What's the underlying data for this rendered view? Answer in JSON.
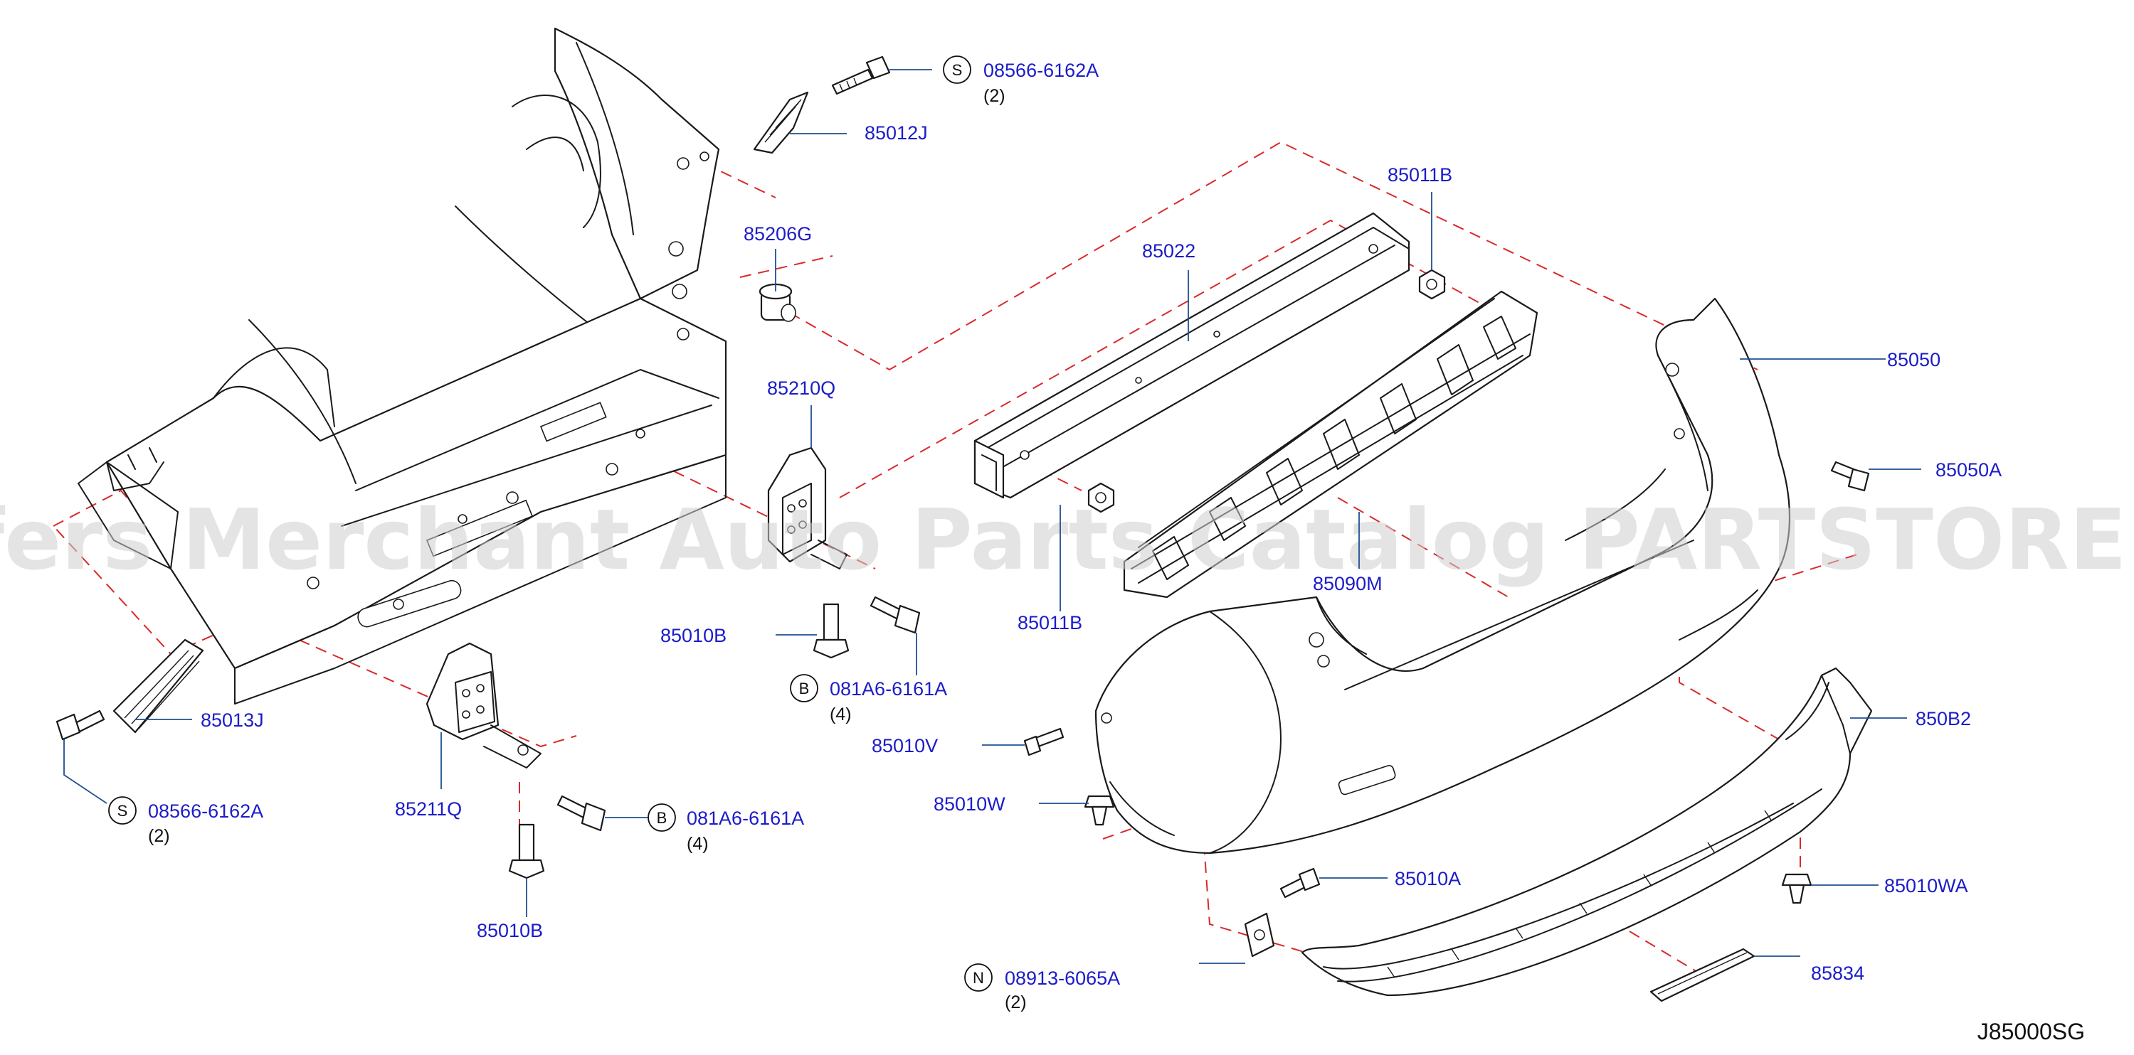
{
  "watermark": "Offers Merchant Auto Parts Catalog PARTSTORE.SA",
  "diagram_code": "J85000SG",
  "parts": {
    "p85012J": "85012J",
    "p85206G": "85206G",
    "p85022": "85022",
    "p85011B_top": "85011B",
    "p85011B_bottom": "85011B",
    "p85050": "85050",
    "p85050A": "85050A",
    "p85210Q": "85210Q",
    "p85090M": "85090M",
    "p85010B_mid": "85010B",
    "p85013J": "85013J",
    "p85211Q": "85211Q",
    "p85010B_bottom": "85010B",
    "p85010V": "85010V",
    "p85010W": "85010W",
    "p850B2": "850B2",
    "p85010A": "85010A",
    "p85010WA": "85010WA",
    "p85834": "85834"
  },
  "fasteners": {
    "s_top": {
      "letter": "S",
      "code": "08566-6162A",
      "qty": "(2)"
    },
    "s_left": {
      "letter": "S",
      "code": "08566-6162A",
      "qty": "(2)"
    },
    "b_mid": {
      "letter": "B",
      "code": "081A6-6161A",
      "qty": "(4)"
    },
    "b_low": {
      "letter": "B",
      "code": "081A6-6161A",
      "qty": "(4)"
    },
    "n_low": {
      "letter": "N",
      "code": "08913-6065A",
      "qty": "(2)"
    }
  }
}
